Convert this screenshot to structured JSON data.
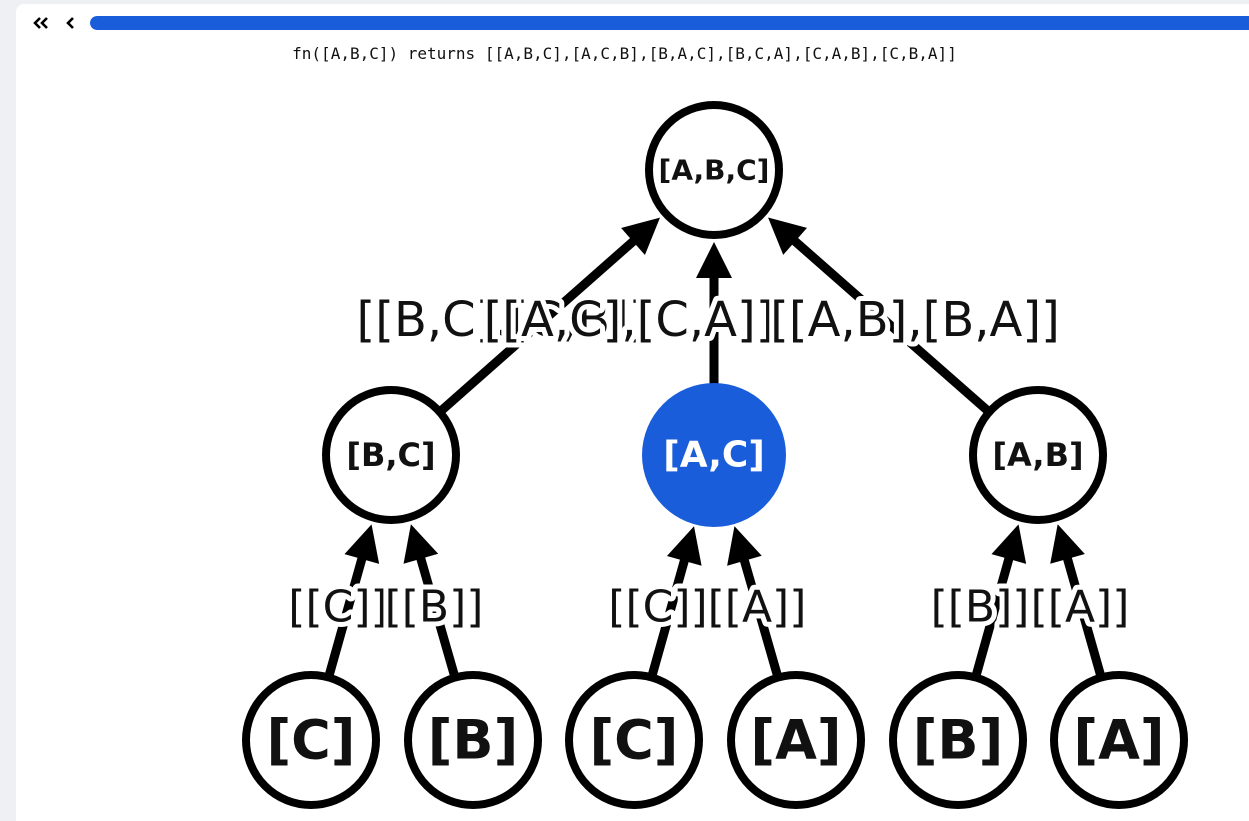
{
  "toolbar": {
    "first_icon": "double-chevron-left-icon",
    "prev_icon": "chevron-left-icon",
    "progress": 1.0
  },
  "caption": "fn([A,B,C]) returns [[A,B,C],[A,C,B],[B,A,C],[B,C,A],[C,A,B],[C,B,A]]",
  "colors": {
    "highlight": "#1a5ddb",
    "stroke": "#000000",
    "node_fill": "#ffffff"
  },
  "tree": {
    "root": {
      "label": "[A,B,C]"
    },
    "level1": [
      {
        "label": "[B,C]",
        "edge_label": "[[B,C],[C,B]]",
        "highlight": false
      },
      {
        "label": "[A,C]",
        "edge_label": "[[A,C],[C,A]]",
        "highlight": true
      },
      {
        "label": "[A,B]",
        "edge_label": "[[A,B],[B,A]]",
        "highlight": false
      }
    ],
    "level2": [
      {
        "label": "[C]",
        "edge_label": "[[C]]"
      },
      {
        "label": "[B]",
        "edge_label": "[[B]]"
      },
      {
        "label": "[C]",
        "edge_label": "[[C]]"
      },
      {
        "label": "[A]",
        "edge_label": "[[A]]"
      },
      {
        "label": "[B]",
        "edge_label": "[[B]]"
      },
      {
        "label": "[A]",
        "edge_label": "[[A]]"
      }
    ]
  }
}
